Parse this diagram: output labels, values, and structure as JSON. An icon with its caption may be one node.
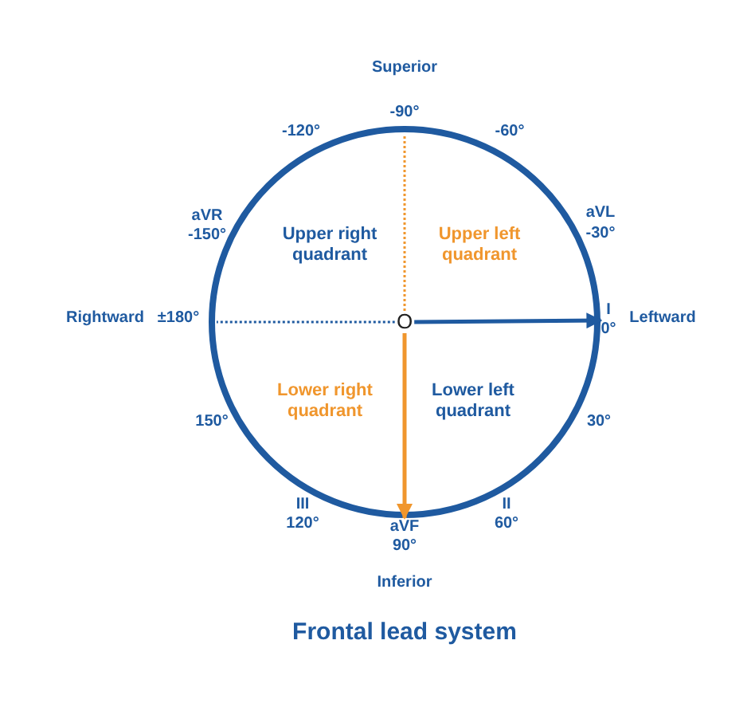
{
  "diagram": {
    "title": "Frontal lead system",
    "nodes": [
      {
        "text": [
          "O"
        ]
      },
      {
        "text": [
          "I",
          "0°"
        ]
      },
      {
        "text": [
          "aVF",
          "90°"
        ]
      }
    ],
    "edges": [
      {
        "from": 0,
        "to": 1,
        "arrow": "to"
      },
      {
        "from": 0,
        "to": 2,
        "arrow": "to",
        "color": "#f0962d"
      },
      {
        "from": 0,
        "to": null,
        "arrow": "none",
        "style": "dashed",
        "color": "#f0962d"
      },
      {
        "from": 0,
        "to": null,
        "arrow": "none",
        "style": "dashed"
      }
    ],
    "labels": [
      "Superior",
      "-90°",
      "-120°",
      "-60°",
      "aVR",
      "-150°",
      "aVL",
      "-30°",
      "Upper right quadrant",
      "Upper left quadrant",
      "Rightward",
      "±180°",
      "Leftward",
      "Lower right quadrant",
      "Lower left quadrant",
      "150°",
      "30°",
      "III",
      "120°",
      "II",
      "60°",
      "Inferior"
    ]
  }
}
